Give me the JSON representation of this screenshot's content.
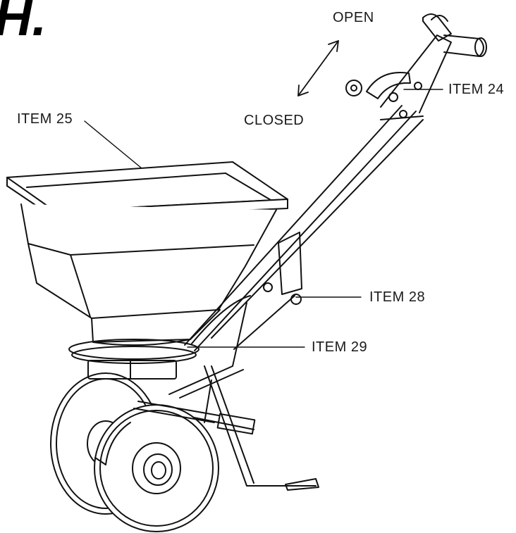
{
  "step_letter": "H.",
  "direction": {
    "open_label": "OPEN",
    "closed_label": "CLOSED"
  },
  "callouts": {
    "item25": "ITEM 25",
    "item24": "ITEM 24",
    "item28": "ITEM 28",
    "item29": "ITEM 29"
  }
}
